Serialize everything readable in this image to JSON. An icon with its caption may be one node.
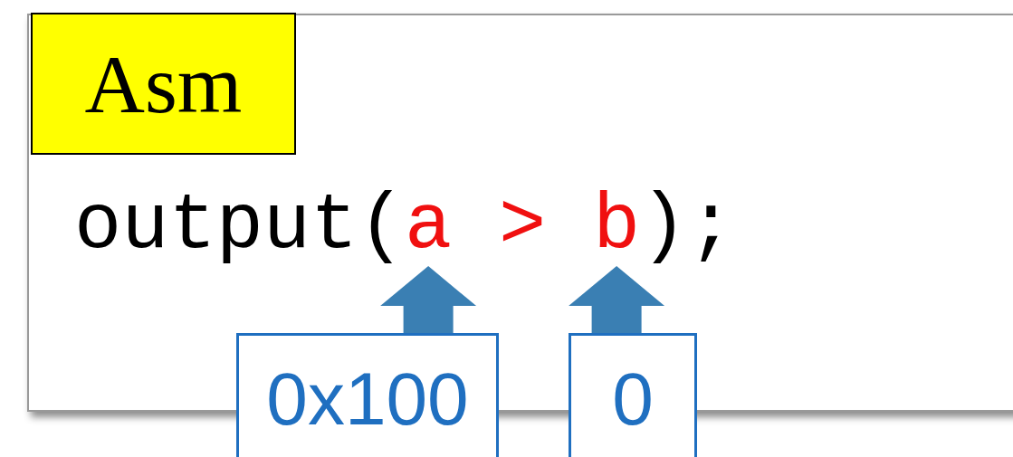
{
  "diagram": {
    "nodes": [
      {
        "text": [],
        "shape": "box"
      },
      {
        "text": [
          "Asm"
        ],
        "in": 0
      },
      {
        "text": [
          "a"
        ],
        "in": 0
      },
      {
        "text": [
          "b"
        ],
        "in": 0
      },
      {
        "text": [
          "0x100"
        ]
      },
      {
        "text": [
          "0"
        ]
      }
    ],
    "edges": [
      {
        "from": 4,
        "to": 2,
        "arrow": "to"
      },
      {
        "from": 5,
        "to": 3,
        "arrow": "to"
      }
    ],
    "labels": [
      "output(",
      ">",
      ");"
    ]
  }
}
